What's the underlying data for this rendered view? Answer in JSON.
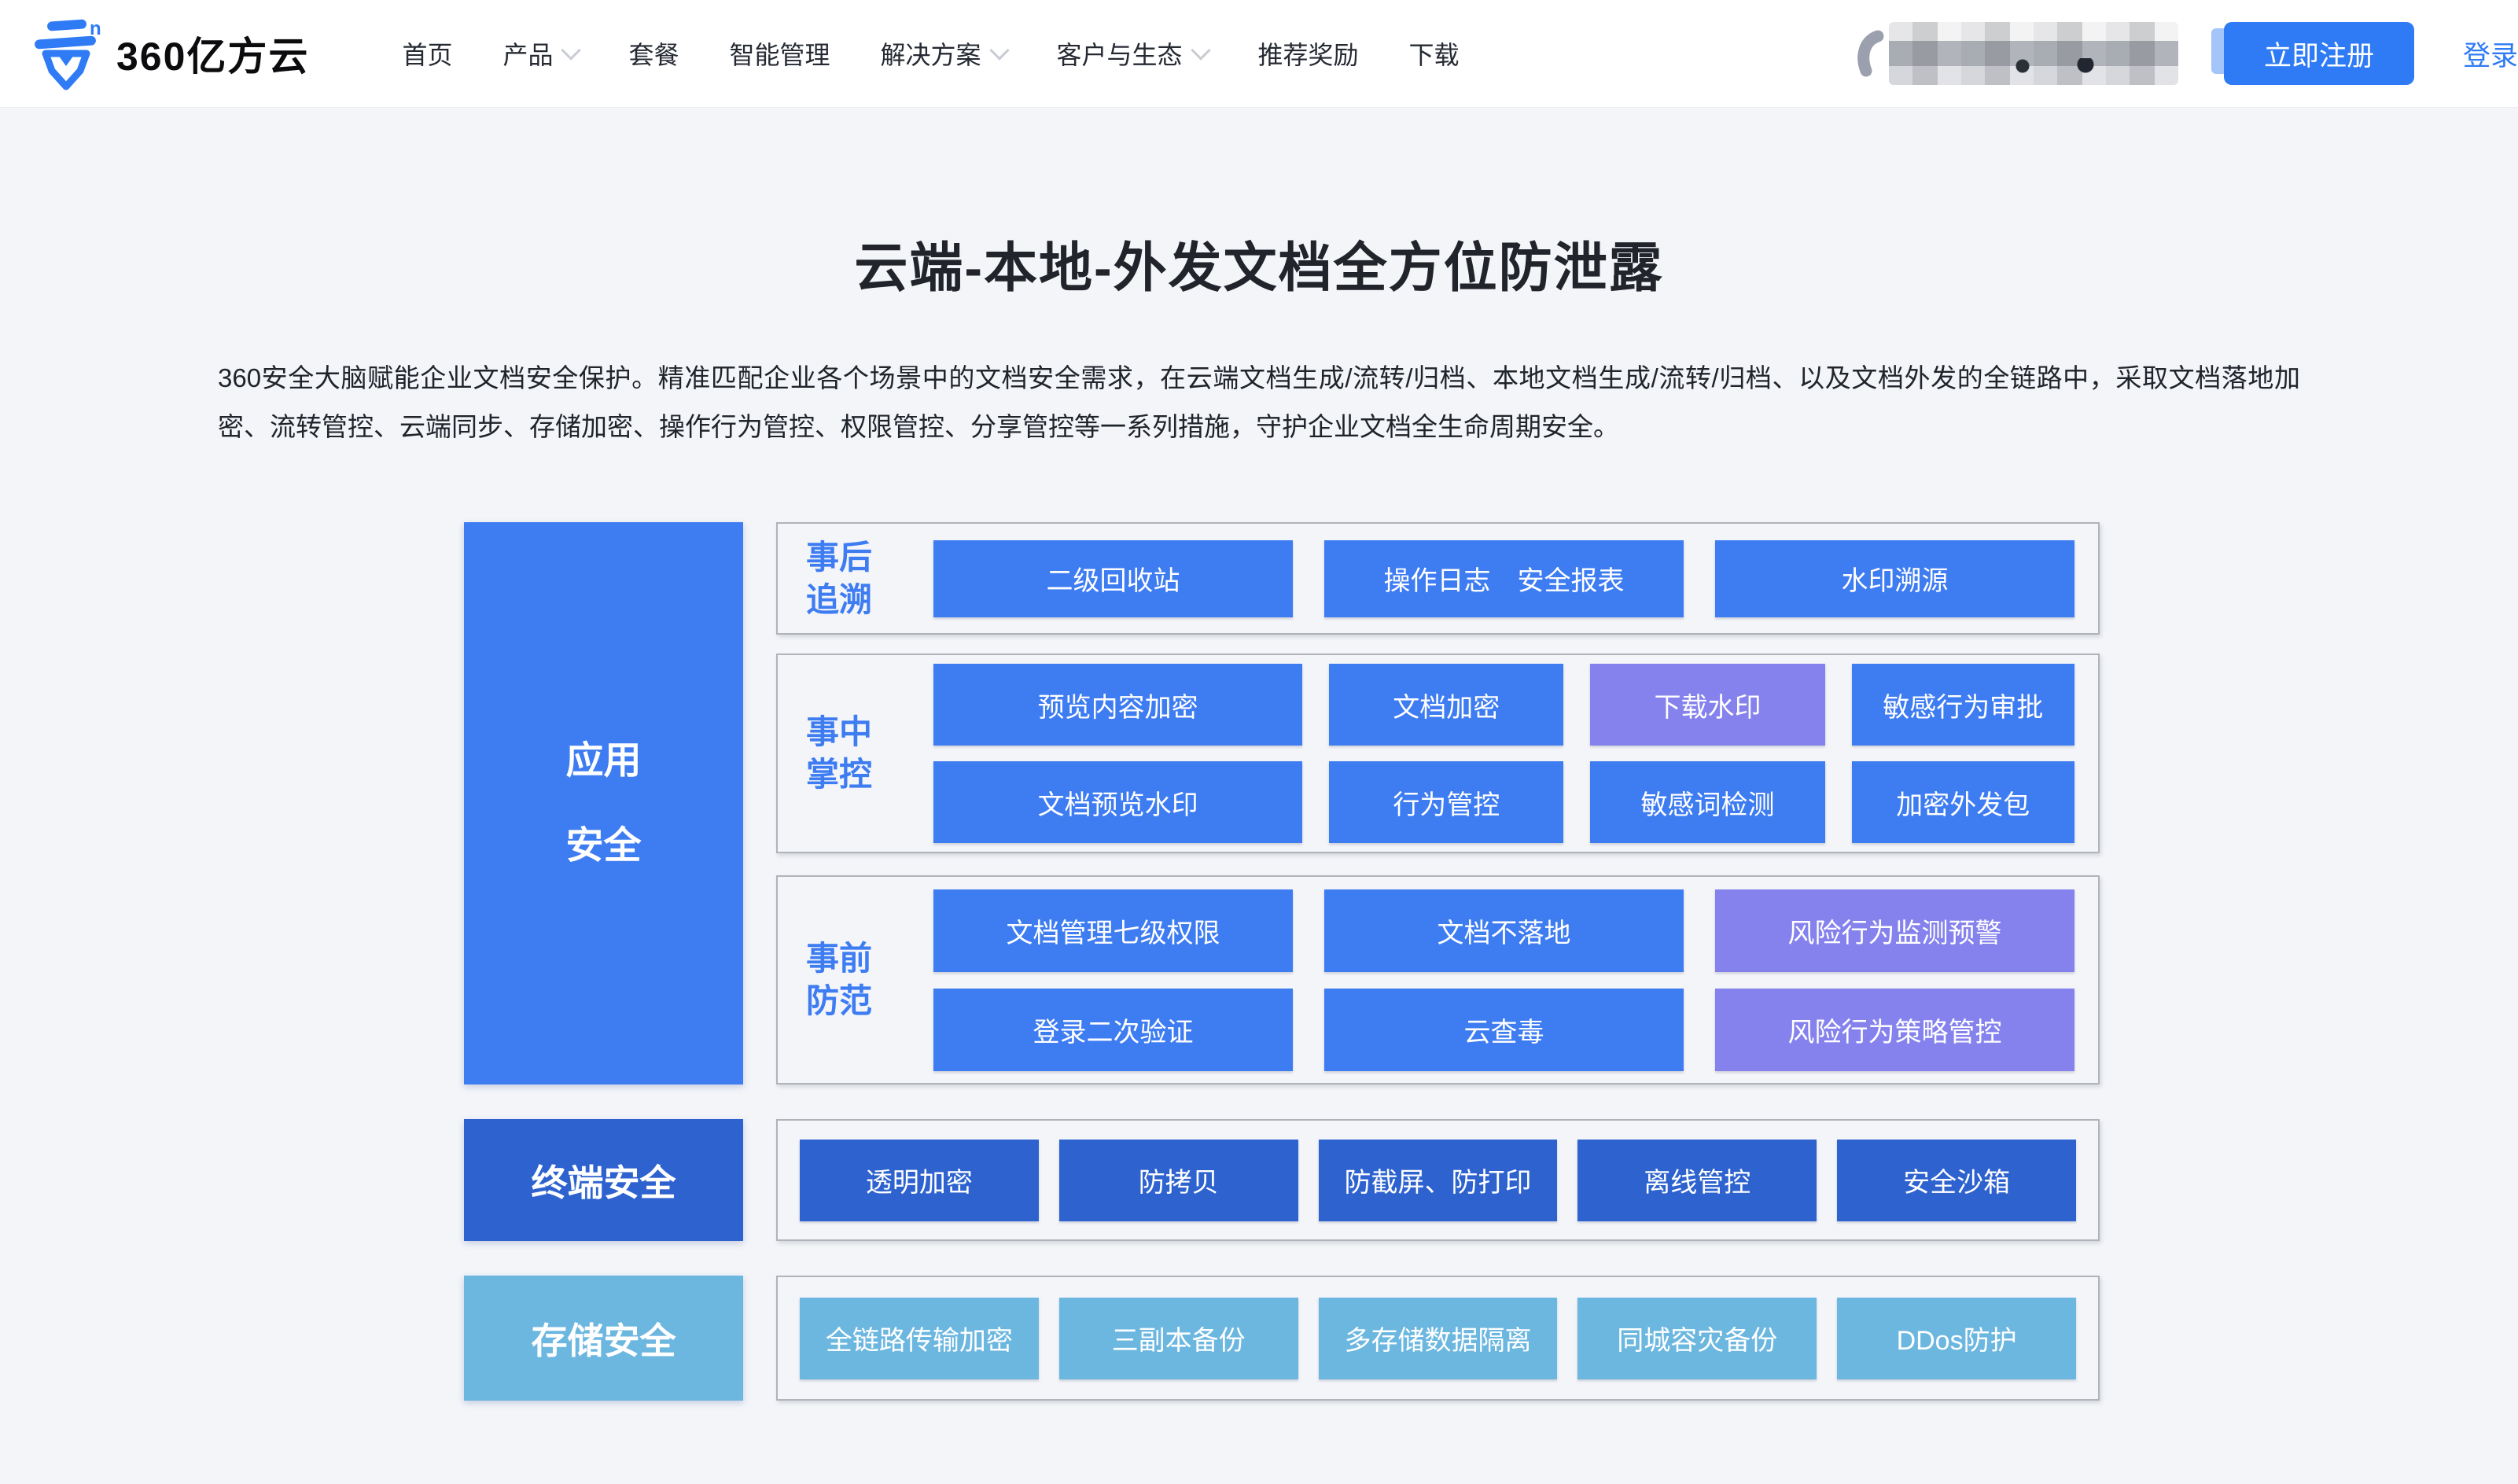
{
  "brand": {
    "logo_text": "360亿方云",
    "primary_color": "#2F7BF5"
  },
  "nav": {
    "items": [
      {
        "label": "首页",
        "dropdown": false
      },
      {
        "label": "产品",
        "dropdown": true
      },
      {
        "label": "套餐",
        "dropdown": false
      },
      {
        "label": "智能管理",
        "dropdown": false
      },
      {
        "label": "解决方案",
        "dropdown": true
      },
      {
        "label": "客户与生态",
        "dropdown": true
      },
      {
        "label": "推荐奖励",
        "dropdown": false
      },
      {
        "label": "下载",
        "dropdown": false
      }
    ],
    "register_label": "立即注册",
    "login_label": "登录"
  },
  "hero": {
    "title": "云端-本地-外发文档全方位防泄露",
    "description": "360安全大脑赋能企业文档安全保护。精准匹配企业各个场景中的文档安全需求，在云端文档生成/流转/归档、本地文档生成/流转/归档、以及文档外发的全链路中，采取文档落地加密、流转管控、云端同步、存储加密、操作行为管控、权限管控、分享管控等一系列措施，守护企业文档全生命周期安全。"
  },
  "diagram": {
    "colors": {
      "blue": "#3E7CF2",
      "purple": "#8582EE",
      "deep_blue": "#2D62CF",
      "light_blue": "#6CB7E0"
    },
    "app_label": {
      "line1": "应用",
      "line2": "安全"
    },
    "groups": [
      {
        "label_line1": "事后",
        "label_line2": "追溯",
        "rows": [
          [
            {
              "label": "二级回收站"
            },
            {
              "label": "操作日志　安全报表"
            },
            {
              "label": "水印溯源"
            }
          ]
        ]
      },
      {
        "label_line1": "事中",
        "label_line2": "掌控",
        "rows": [
          [
            {
              "label": "预览内容加密"
            },
            {
              "label": "文档加密"
            },
            {
              "label": "下载水印",
              "purple": true
            },
            {
              "label": "敏感行为审批"
            }
          ],
          [
            {
              "label": "文档预览水印"
            },
            {
              "label": "行为管控"
            },
            {
              "label": "敏感词检测"
            },
            {
              "label": "加密外发包"
            }
          ]
        ]
      },
      {
        "label_line1": "事前",
        "label_line2": "防范",
        "rows": [
          [
            {
              "label": "文档管理七级权限"
            },
            {
              "label": "文档不落地"
            },
            {
              "label": "风险行为监测预警",
              "purple": true
            }
          ],
          [
            {
              "label": "登录二次验证"
            },
            {
              "label": "云查毒"
            },
            {
              "label": "风险行为策略管控",
              "purple": true
            }
          ]
        ]
      }
    ],
    "terminal": {
      "label": "终端安全",
      "items": [
        "透明加密",
        "防拷贝",
        "防截屏、防打印",
        "离线管控",
        "安全沙箱"
      ]
    },
    "storage": {
      "label": "存储安全",
      "items": [
        "全链路传输加密",
        "三副本备份",
        "多存储数据隔离",
        "同城容灾备份",
        "DDos防护"
      ]
    }
  }
}
